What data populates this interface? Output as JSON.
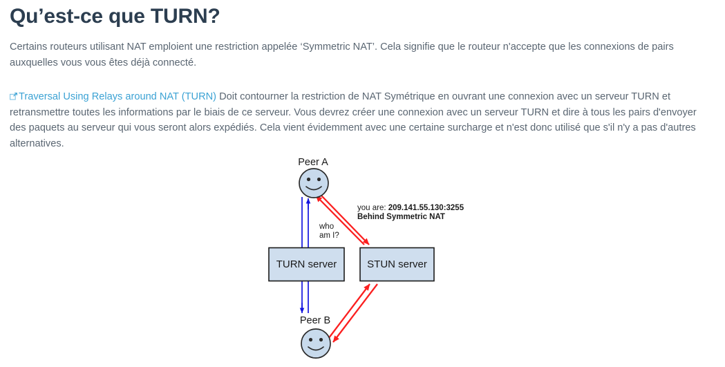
{
  "page": {
    "title": "Qu’est-ce que TURN?",
    "paragraph_1": "Certains routeurs utilisant NAT emploient une restriction appelée ‘Symmetric NAT’. Cela signifie que le routeur n'accepte que les connexions de pairs auxquelles vous vous êtes déjà connecté.",
    "link_text": "Traversal Using Relays around NAT (TURN)",
    "link_icon": "external-link-icon",
    "paragraph_2_rest": " Doit contourner la restriction de NAT Symétrique en ouvrant une connexion avec un serveur TURN et retransmettre toutes les informations par le biais de ce serveur. Vous devrez créer une connexion avec un serveur TURN et dire à tous les pairs d'envoyer des paquets au serveur qui vous seront alors expédiés. Cela vient évidemment avec une certaine surcharge et n'est donc utilisé que s'il n'y a pas d'autres alternatives."
  },
  "colors": {
    "heading": "#2c3e50",
    "body_text": "#5a6672",
    "link": "#3ba2d4",
    "node_fill": "#cfdeee",
    "node_stroke": "#1a1a1a",
    "flow_blue": "#1414e0",
    "flow_red": "#fb1f1f",
    "background": "#ffffff"
  },
  "diagram": {
    "name": "turn-stun-relay-diagram",
    "nodes": {
      "peer_a": {
        "label": "Peer A",
        "icon": "smiley-face-icon"
      },
      "peer_b": {
        "label": "Peer B",
        "icon": "smiley-face-icon"
      },
      "turn_server": {
        "label": "TURN server"
      },
      "stun_server": {
        "label": "STUN server"
      }
    },
    "annotations": {
      "who_am_i_line_1": "who",
      "who_am_i_line_2": "am I?",
      "you_are_prefix": "you are: ",
      "you_are_address": "209.141.55.130:3255",
      "behind_nat": "Behind Symmetric NAT"
    },
    "edges": [
      {
        "name": "peer-a-to-turn",
        "from": "peer_a",
        "to": "turn_server",
        "color": "#1414e0",
        "direction": "up"
      },
      {
        "name": "turn-to-peer-b",
        "from": "turn_server",
        "to": "peer_b",
        "color": "#1414e0",
        "direction": "down"
      },
      {
        "name": "peer-a-to-stun-request",
        "from": "peer_a",
        "to": "stun_server",
        "color": "#fb1f1f",
        "direction": "down-right"
      },
      {
        "name": "stun-to-peer-a-response",
        "from": "stun_server",
        "to": "peer_a",
        "color": "#fb1f1f",
        "direction": "up-left"
      },
      {
        "name": "peer-b-to-stun-request",
        "from": "peer_b",
        "to": "stun_server",
        "color": "#fb1f1f",
        "direction": "up-right"
      },
      {
        "name": "stun-to-peer-b-response",
        "from": "stun_server",
        "to": "peer_b",
        "color": "#fb1f1f",
        "direction": "down-left"
      }
    ]
  }
}
